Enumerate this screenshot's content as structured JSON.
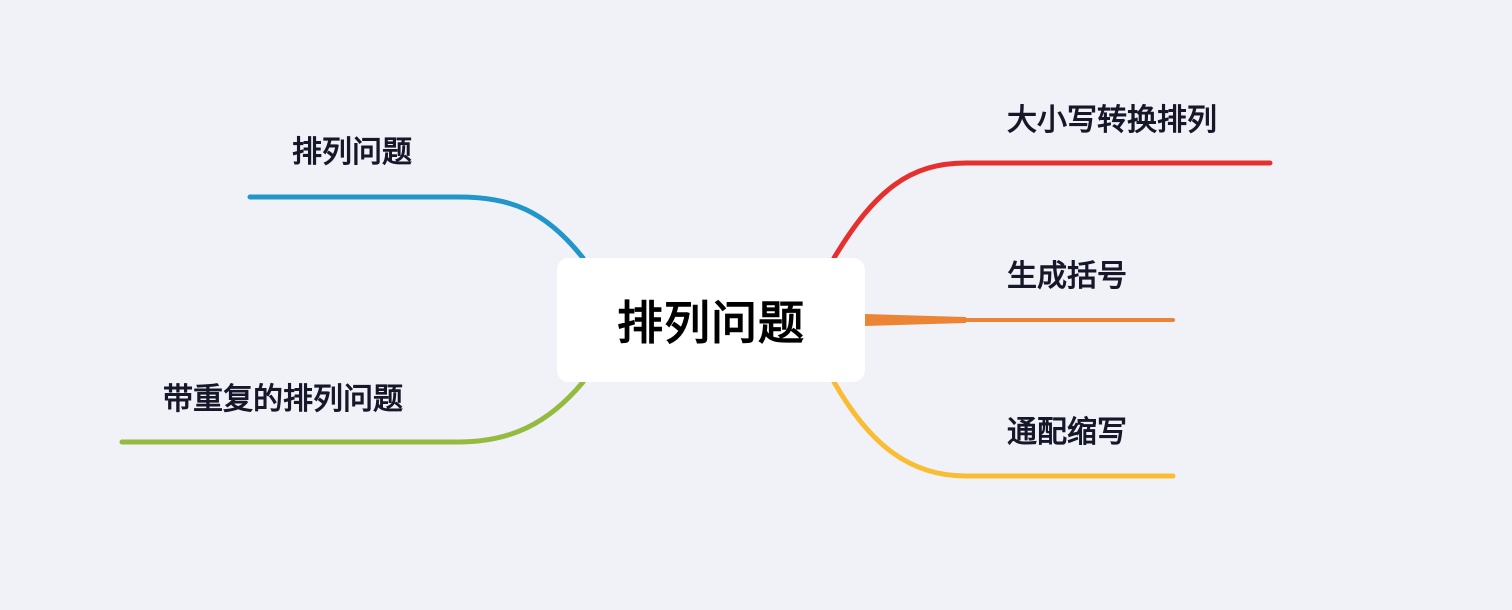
{
  "central_topic": {
    "label": "排列问题"
  },
  "branches": [
    {
      "label": "排列问题",
      "color": "#2196c9",
      "side": "left"
    },
    {
      "label": "带重复的排列问题",
      "color": "#94bb3f",
      "side": "left"
    },
    {
      "label": "大小写转换排列",
      "color": "#e5302e",
      "side": "right"
    },
    {
      "label": "生成括号",
      "color": "#ec8435",
      "side": "right"
    },
    {
      "label": "通配缩写",
      "color": "#f9bd35",
      "side": "right"
    }
  ]
}
